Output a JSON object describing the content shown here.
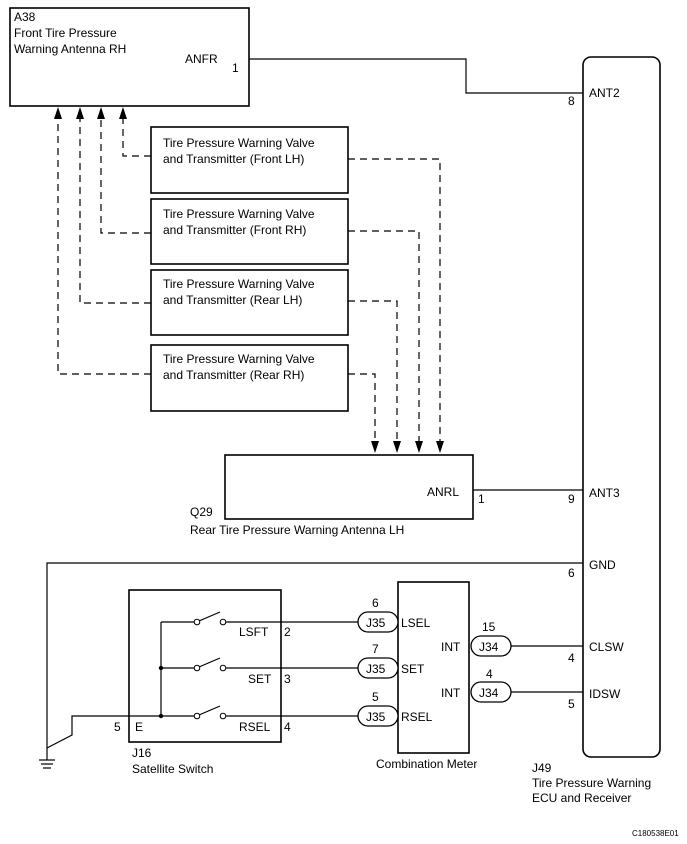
{
  "ecu": {
    "code": "J49",
    "name_line1": "Tire Pressure Warning",
    "name_line2": "ECU and Receiver",
    "pins": [
      {
        "label": "ANT2",
        "number": "8"
      },
      {
        "label": "ANT3",
        "number": "9"
      },
      {
        "label": "GND",
        "number": "6"
      },
      {
        "label": "CLSW",
        "number": "4"
      },
      {
        "label": "IDSW",
        "number": "5"
      }
    ]
  },
  "front_antenna": {
    "code": "A38",
    "name_line1": "Front Tire Pressure",
    "name_line2": "Warning Antenna RH",
    "pin_label": "ANFR",
    "pin_number": "1"
  },
  "rear_antenna": {
    "code": "Q29",
    "name": "Rear Tire Pressure Warning Antenna LH",
    "pin_label": "ANRL",
    "pin_number": "1"
  },
  "transmitters": [
    {
      "line1": "Tire Pressure Warning Valve",
      "line2": "and Transmitter (Front LH)"
    },
    {
      "line1": "Tire Pressure Warning Valve",
      "line2": "and Transmitter (Front RH)"
    },
    {
      "line1": "Tire Pressure Warning Valve",
      "line2": "and Transmitter (Rear LH)"
    },
    {
      "line1": "Tire Pressure Warning Valve",
      "line2": "and Transmitter (Rear RH)"
    }
  ],
  "satellite_switch": {
    "code": "J16",
    "name": "Satellite Switch",
    "pins": [
      {
        "label": "LSFT",
        "number": "2"
      },
      {
        "label": "SET",
        "number": "3"
      },
      {
        "label": "RSEL",
        "number": "4"
      },
      {
        "label": "E",
        "number": "5"
      }
    ]
  },
  "combination_meter": {
    "name": "Combination Meter",
    "left_pins": [
      {
        "label": "LSEL",
        "connector": "J35",
        "number": "6"
      },
      {
        "label": "SET",
        "connector": "J35",
        "number": "7"
      },
      {
        "label": "RSEL",
        "connector": "J35",
        "number": "5"
      }
    ],
    "right_pins": [
      {
        "label": "INT",
        "connector": "J34",
        "number": "15"
      },
      {
        "label": "INT",
        "connector": "J34",
        "number": "4"
      }
    ]
  },
  "figure_code": "C180538E01"
}
